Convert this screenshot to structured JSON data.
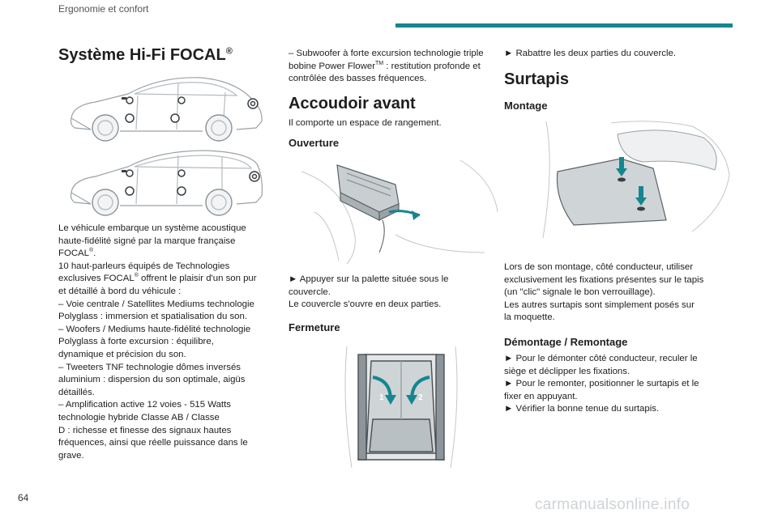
{
  "header": {
    "section": "Ergonomie et confort",
    "accent_color": "#14868f"
  },
  "page_number": "64",
  "watermark": "carmanualsonline.info",
  "col1": {
    "title": "Système Hi-Fi FOCAL",
    "title_sup": "®",
    "intro_line1": "Le véhicule embarque un système acoustique",
    "intro_line2": "haute-fidélité signé par la marque française",
    "intro_brand": "FOCAL",
    "brand_sup": "®",
    "intro_dot": ".",
    "hp_line1": "10 haut-parleurs équipés de Technologies",
    "hp_line2_a": "exclusives FOCAL",
    "hp_line2_b": " offrent le plaisir d'un son pur",
    "hp_line3": "et détaillé à bord du véhicule :",
    "lines": [
      "–  Voie centrale / Satellites Mediums technologie",
      "Polyglass : immersion et spatialisation du son.",
      "–  Woofers / Mediums haute-fidélité technologie",
      "Polyglass à forte excursion : équilibre,",
      "dynamique et précision du son.",
      "–  Tweeters TNF technologie dômes inversés",
      "aluminium : dispersion du son optimale, aigüs",
      "détaillés.",
      "–  Amplification active 12 voies - 515 Watts",
      "technologie hybride Classe AB / Classe",
      "D : richesse et finesse des signaux hautes",
      "fréquences, ainsi que réelle puissance dans le",
      "grave."
    ]
  },
  "col2": {
    "sub_line1": "–  Subwoofer à forte excursion technologie triple",
    "sub_line2_a": "bobine Power Flower",
    "sub_tm": "TM",
    "sub_line2_b": " : restitution profonde et",
    "sub_line3": "contrôlée des basses fréquences.",
    "armrest_title": "Accoudoir avant",
    "armrest_text": "Il comporte un espace de rangement.",
    "opening_title": "Ouverture",
    "opening_lines": [
      "►  Appuyer sur la palette située sous le",
      "couvercle.",
      "Le couvercle s'ouvre en deux parties."
    ],
    "closing_title": "Fermeture",
    "closing_callouts": [
      "1",
      "2"
    ]
  },
  "col3": {
    "fold_text": "►  Rabattre les deux parties du couvercle.",
    "mats_title": "Surtapis",
    "mount_title": "Montage",
    "mount_lines": [
      "Lors de son montage, côté conducteur, utiliser",
      "exclusivement les fixations présentes sur le tapis",
      "(un \"clic\" signale le bon verrouillage).",
      "Les autres surtapis sont simplement posés sur",
      "la moquette."
    ],
    "dismount_title": "Démontage / Remontage",
    "dismount_lines": [
      "►  Pour le démonter côté conducteur, reculer le",
      "siège et déclipper les fixations.",
      "►  Pour le remonter, positionner le surtapis et le",
      "fixer en appuyant.",
      "►  Vérifier la bonne tenue du surtapis."
    ]
  }
}
